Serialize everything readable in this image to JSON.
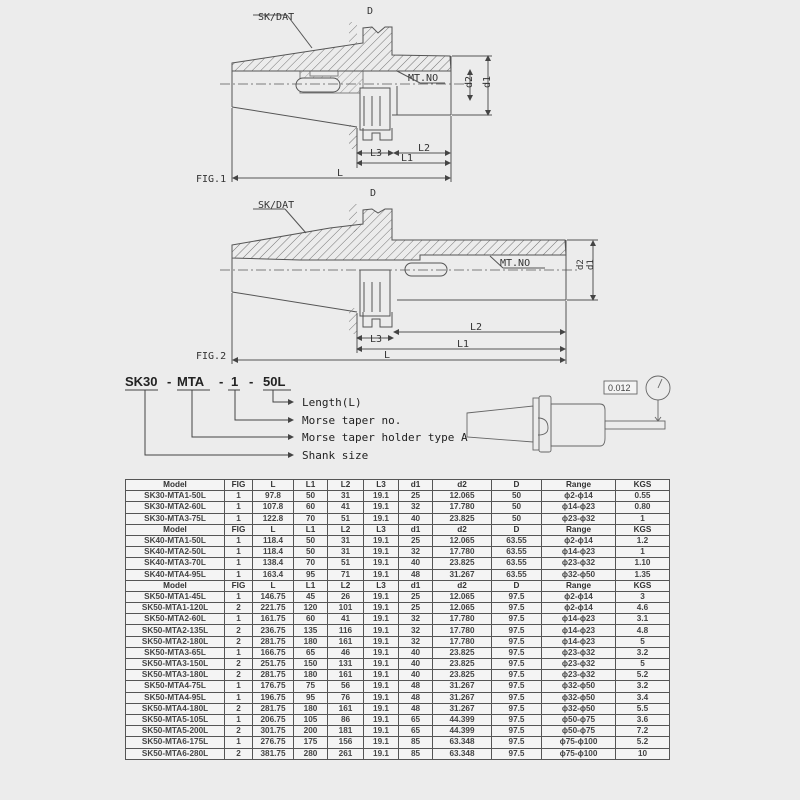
{
  "figures": {
    "fig1": {
      "label": "FIG.1",
      "callouts": {
        "sk_dat": "SK/DAT",
        "mt_no": "MT.NO",
        "D": "D",
        "d1": "d1",
        "d2": "d2",
        "L": "L",
        "L1": "L1",
        "L2": "L2",
        "L3": "L3"
      }
    },
    "fig2": {
      "label": "FIG.2",
      "callouts": {
        "sk_dat": "SK/DAT",
        "mt_no": "MT.NO",
        "D": "D",
        "d1": "d1",
        "d2": "d2",
        "L": "L",
        "L1": "L1",
        "L2": "L2",
        "L3": "L3"
      }
    }
  },
  "model_code": {
    "parts": [
      "SK30",
      "-",
      "MTA",
      "-",
      "1",
      "-",
      "50L"
    ],
    "legend": [
      "Length(L)",
      "Morse taper no.",
      "Morse taper holder type A",
      "Shank size"
    ]
  },
  "runout": {
    "tolerance": "0.012"
  },
  "table": {
    "columns": [
      "Model",
      "FIG",
      "L",
      "L1",
      "L2",
      "L3",
      "d1",
      "d2",
      "D",
      "Range",
      "KGS"
    ],
    "groups": [
      {
        "rows": [
          [
            "SK30-MTA1-50L",
            "1",
            "97.8",
            "50",
            "31",
            "19.1",
            "25",
            "12.065",
            "50",
            "ϕ2-ϕ14",
            "0.55"
          ],
          [
            "SK30-MTA2-60L",
            "1",
            "107.8",
            "60",
            "41",
            "19.1",
            "32",
            "17.780",
            "50",
            "ϕ14-ϕ23",
            "0.80"
          ],
          [
            "SK30-MTA3-75L",
            "1",
            "122.8",
            "70",
            "51",
            "19.1",
            "40",
            "23.825",
            "50",
            "ϕ23-ϕ32",
            "1"
          ]
        ]
      },
      {
        "rows": [
          [
            "SK40-MTA1-50L",
            "1",
            "118.4",
            "50",
            "31",
            "19.1",
            "25",
            "12.065",
            "63.55",
            "ϕ2-ϕ14",
            "1.2"
          ],
          [
            "SK40-MTA2-50L",
            "1",
            "118.4",
            "50",
            "31",
            "19.1",
            "32",
            "17.780",
            "63.55",
            "ϕ14-ϕ23",
            "1"
          ],
          [
            "SK40-MTA3-70L",
            "1",
            "138.4",
            "70",
            "51",
            "19.1",
            "40",
            "23.825",
            "63.55",
            "ϕ23-ϕ32",
            "1.10"
          ],
          [
            "SK40-MTA4-95L",
            "1",
            "163.4",
            "95",
            "71",
            "19.1",
            "48",
            "31.267",
            "63.55",
            "ϕ32-ϕ50",
            "1.35"
          ]
        ]
      },
      {
        "rows": [
          [
            "SK50-MTA1-45L",
            "1",
            "146.75",
            "45",
            "26",
            "19.1",
            "25",
            "12.065",
            "97.5",
            "ϕ2-ϕ14",
            "3"
          ],
          [
            "SK50-MTA1-120L",
            "2",
            "221.75",
            "120",
            "101",
            "19.1",
            "25",
            "12.065",
            "97.5",
            "ϕ2-ϕ14",
            "4.6"
          ],
          [
            "SK50-MTA2-60L",
            "1",
            "161.75",
            "60",
            "41",
            "19.1",
            "32",
            "17.780",
            "97.5",
            "ϕ14-ϕ23",
            "3.1"
          ],
          [
            "SK50-MTA2-135L",
            "2",
            "236.75",
            "135",
            "116",
            "19.1",
            "32",
            "17.780",
            "97.5",
            "ϕ14-ϕ23",
            "4.8"
          ],
          [
            "SK50-MTA2-180L",
            "2",
            "281.75",
            "180",
            "161",
            "19.1",
            "32",
            "17.780",
            "97.5",
            "ϕ14-ϕ23",
            "5"
          ],
          [
            "SK50-MTA3-65L",
            "1",
            "166.75",
            "65",
            "46",
            "19.1",
            "40",
            "23.825",
            "97.5",
            "ϕ23-ϕ32",
            "3.2"
          ],
          [
            "SK50-MTA3-150L",
            "2",
            "251.75",
            "150",
            "131",
            "19.1",
            "40",
            "23.825",
            "97.5",
            "ϕ23-ϕ32",
            "5"
          ],
          [
            "SK50-MTA3-180L",
            "2",
            "281.75",
            "180",
            "161",
            "19.1",
            "40",
            "23.825",
            "97.5",
            "ϕ23-ϕ32",
            "5.2"
          ],
          [
            "SK50-MTA4-75L",
            "1",
            "176.75",
            "75",
            "56",
            "19.1",
            "48",
            "31.267",
            "97.5",
            "ϕ32-ϕ50",
            "3.2"
          ],
          [
            "SK50-MTA4-95L",
            "1",
            "196.75",
            "95",
            "76",
            "19.1",
            "48",
            "31.267",
            "97.5",
            "ϕ32-ϕ50",
            "3.4"
          ],
          [
            "SK50-MTA4-180L",
            "2",
            "281.75",
            "180",
            "161",
            "19.1",
            "48",
            "31.267",
            "97.5",
            "ϕ32-ϕ50",
            "5.5"
          ],
          [
            "SK50-MTA5-105L",
            "1",
            "206.75",
            "105",
            "86",
            "19.1",
            "65",
            "44.399",
            "97.5",
            "ϕ50-ϕ75",
            "3.6"
          ],
          [
            "SK50-MTA5-200L",
            "2",
            "301.75",
            "200",
            "181",
            "19.1",
            "65",
            "44.399",
            "97.5",
            "ϕ50-ϕ75",
            "7.2"
          ],
          [
            "SK50-MTA6-175L",
            "1",
            "276.75",
            "175",
            "156",
            "19.1",
            "85",
            "63.348",
            "97.5",
            "ϕ75-ϕ100",
            "5.2"
          ],
          [
            "SK50-MTA6-280L",
            "2",
            "381.75",
            "280",
            "261",
            "19.1",
            "85",
            "63.348",
            "97.5",
            "ϕ75-ϕ100",
            "10"
          ]
        ]
      }
    ]
  }
}
